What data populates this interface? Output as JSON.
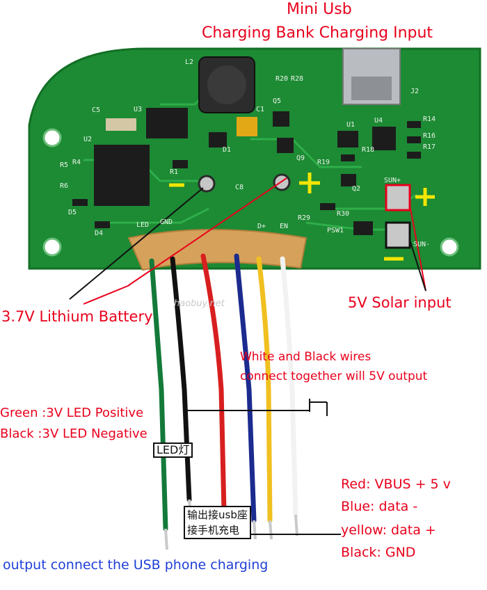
{
  "labels": {
    "mini_usb_title": "Mini Usb",
    "mini_usb_subtitle": "Charging Bank Charging Input",
    "battery": "3.7V Lithium Battery",
    "solar": "5V Solar input",
    "white_black_line1": "White and Black wires",
    "white_black_line2": "connect together will 5V output",
    "green_led": "Green :3V LED Positive",
    "black_led": "Black :3V LED Negative",
    "led_box": "LED灯",
    "red_wire": "Red: VBUS + 5 v",
    "blue_wire": "Blue: data -",
    "yellow_wire": "yellow: data +",
    "black_wire": "Black: GND",
    "usb_cn_line1": "输出接usb座",
    "usb_cn_line2": "接手机充电",
    "output_usb": "output  connect the USB  phone charging",
    "watermark": "haobuy.net"
  },
  "silkscreen": {
    "l2": "L2",
    "u3": "U3",
    "c5": "C5",
    "u2": "U2",
    "r5": "R5",
    "r4": "R4",
    "r6": "R6",
    "d5": "D5",
    "d4": "D4",
    "r1": "R1",
    "d1": "D1",
    "c1": "C1",
    "q5": "Q5",
    "r20": "R20",
    "r28": "R28",
    "c8": "C8",
    "q9": "Q9",
    "u1": "U1",
    "u4": "U4",
    "j2": "J2",
    "r14": "R14",
    "r16": "R16",
    "r17": "R17",
    "r18": "R18",
    "r19": "R19",
    "q2": "Q2",
    "r30": "R30",
    "r29": "R29",
    "psw1": "PSW1",
    "sun_plus": "SUN+",
    "sun_minus": "SUN-",
    "en": "EN",
    "d_plus": "D+",
    "led": "LED",
    "gnd": "GND"
  },
  "colors": {
    "pcb": "#1d8a34",
    "pcb_edge": "#137026",
    "annotation_red": "#e8001c",
    "annotation_blue": "#1f3ed8",
    "polarity_yellow": "#f3e600",
    "tape": "#d6a15a"
  }
}
